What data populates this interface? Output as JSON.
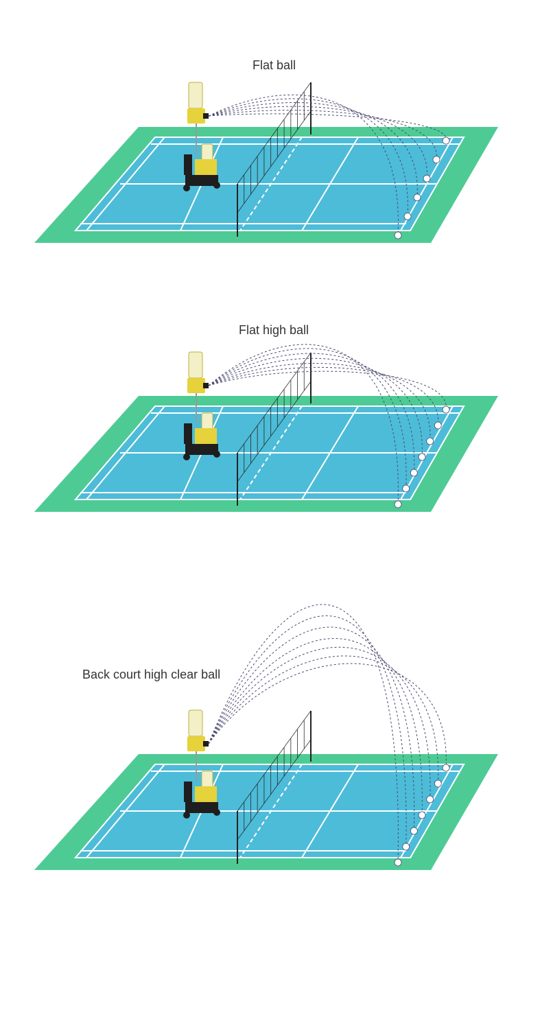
{
  "colors": {
    "surround": "#4ecb94",
    "court": "#4dbcd8",
    "lines": "#ffffff",
    "net": "#222222",
    "trajectory": "#4a4a70",
    "machine_body": "#e6d23a",
    "machine_frame": "#1e1e1e",
    "background": "#ffffff"
  },
  "panels": [
    {
      "id": "flat-ball",
      "title": "Flat ball",
      "shot_type": "flat",
      "trajectory_count": 6
    },
    {
      "id": "flat-high-ball",
      "title": "Flat high ball",
      "shot_type": "flat-high",
      "trajectory_count": 7
    },
    {
      "id": "back-court-high-clear-ball",
      "title": "Back court high clear ball",
      "shot_type": "high-clear",
      "trajectory_count": 7
    }
  ],
  "icons": {
    "machine": "shuttlecock-launcher-icon",
    "shuttle": "shuttlecock-icon",
    "net": "badminton-net",
    "court": "badminton-court"
  }
}
